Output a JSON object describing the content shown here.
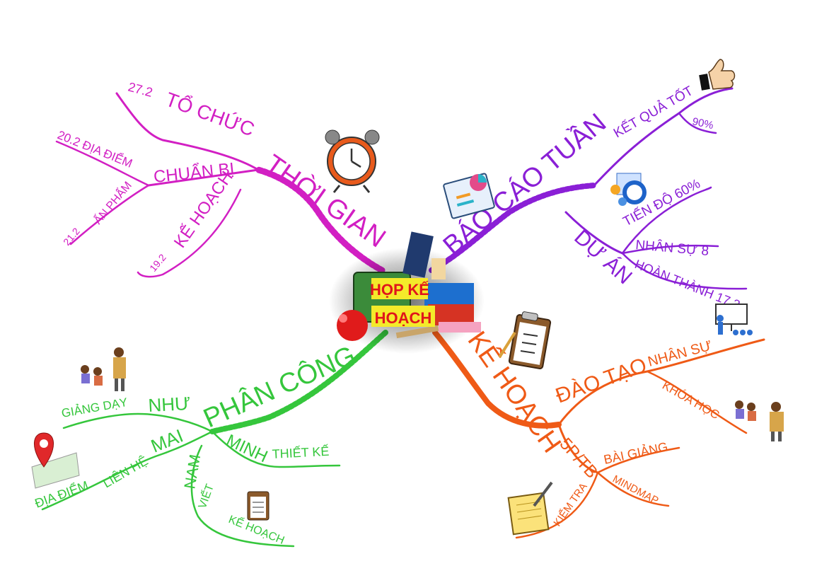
{
  "center": {
    "label_line1": "HỌP KẾ",
    "label_line2": "HOẠCH"
  },
  "colors": {
    "magenta": "#d21fc3",
    "purple": "#8a1fd6",
    "orange": "#ef5a16",
    "green": "#35c63c",
    "center_text": "#e0151b",
    "center_highlight": "#f4ea2a"
  },
  "branches": {
    "time": {
      "title": "THỜI GIAN",
      "organize": "TỔ CHỨC",
      "organize_date": "27.2",
      "prepare": "CHUẨN BỊ",
      "venue": "20.2 ĐỊA ĐIỂM",
      "print": "ẤN PHẨM",
      "print_date": "21.2",
      "plan": "KẾ HOẠCH",
      "plan_date": "19.2"
    },
    "report": {
      "title": "BÁO CÁO TUẦN",
      "result": "KẾT QUẢ TỐT",
      "result_pct": "90%",
      "project": "DỰ ÁN",
      "progress": "TIẾN ĐỘ 60%",
      "staff": "NHÂN SỰ 8",
      "complete": "HOÀN THÀNH 17.3"
    },
    "plan": {
      "title": "KẾ HOẠCH",
      "training": "ĐÀO TẠO",
      "hr": "NHÂN SỰ",
      "course": "KHÓA HỌC",
      "fivep": "5P/TB",
      "lecture": "BÀI GIẢNG",
      "mindmap": "MINDMAP",
      "test": "KIỂM TRA"
    },
    "assign": {
      "title": "PHÂN CÔNG",
      "nhu": "NHƯ",
      "teaching": "GIẢNG DẠY",
      "mai": "MAI",
      "contact": "LIÊN HỆ",
      "venue": "ĐỊA ĐIỂM",
      "nam": "NAM",
      "write": "VIẾT",
      "plan": "KẾ HOẠCH",
      "minh": "MINH",
      "design": "THIẾT KẾ"
    }
  },
  "icons": [
    "alarm-clock-icon",
    "report-icon",
    "thumbs-up-icon",
    "project-icon",
    "clipboard-icon",
    "presentation-icon",
    "students-icon",
    "map-pin-icon",
    "notepad-icon",
    "school-supplies-icon"
  ]
}
